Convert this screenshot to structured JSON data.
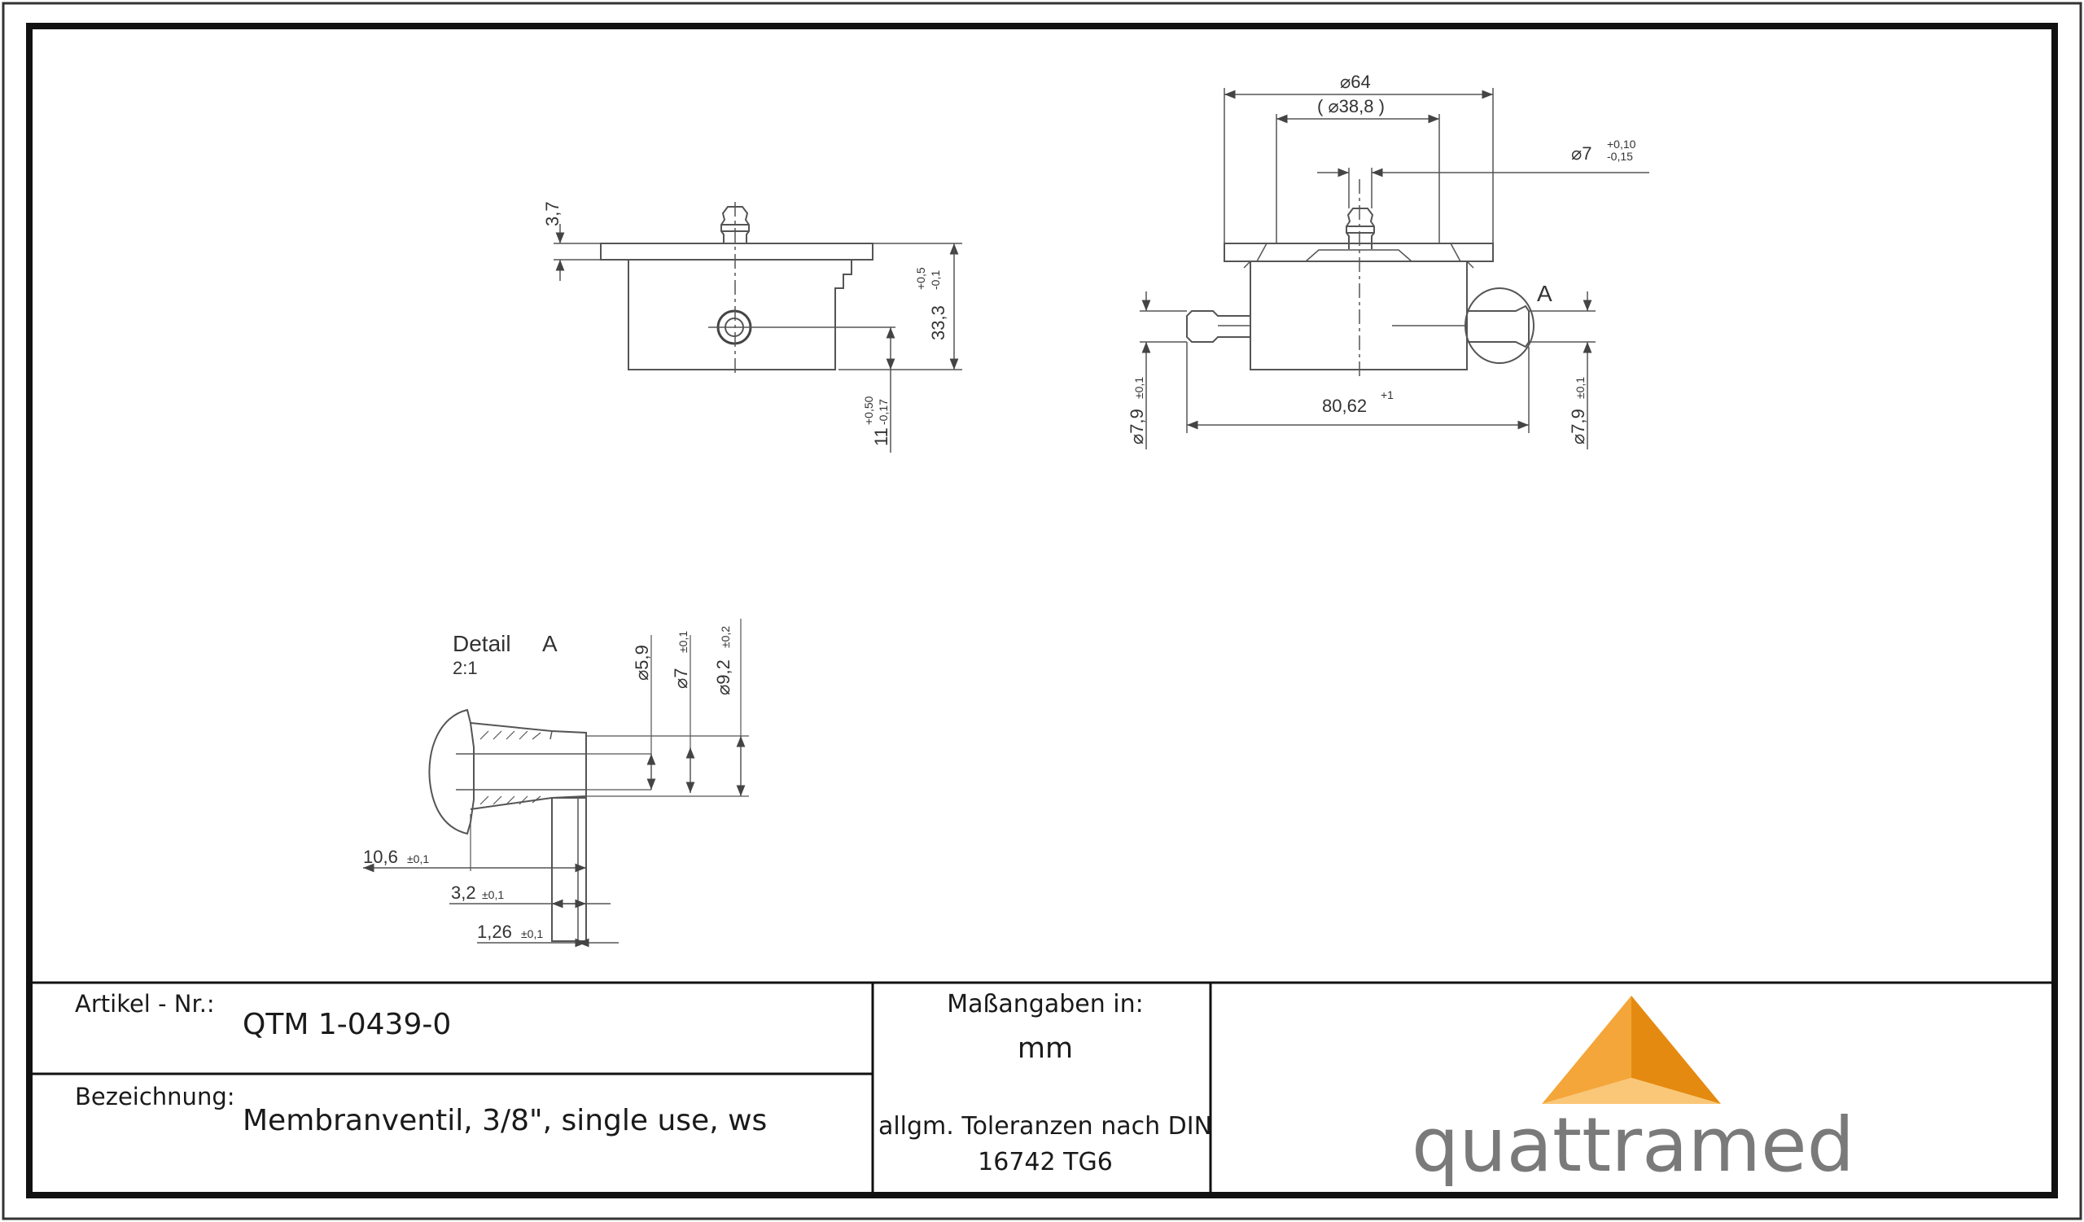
{
  "drawing": {
    "side_view": {
      "dim_top": "3,7",
      "dim_height": "33,3",
      "dim_height_tol_upper": "+0,5",
      "dim_height_tol_lower": "-0,1",
      "dim_port": "11",
      "dim_port_tol_upper": "+0,50",
      "dim_port_tol_lower": "-0,17"
    },
    "front_view": {
      "dim_outer_dia": "⌀64",
      "dim_inner_dia": "( ⌀38,8 )",
      "dim_pin_dia": "⌀7",
      "dim_pin_tol_upper": "+0,10",
      "dim_pin_tol_lower": "-0,15",
      "dim_length": "80,62",
      "dim_length_tol": "+1",
      "dim_left_port": "⌀7,9",
      "dim_left_port_tol": "±0,1",
      "dim_right_port": "⌀7,9",
      "dim_right_port_tol": "±0,1",
      "detail_marker": "A"
    },
    "detail_a": {
      "title": "Detail",
      "title_letter": "A",
      "scale": "2:1",
      "dim_d1": "⌀5,9",
      "dim_d2": "⌀7",
      "dim_d2_tol": "±0,1",
      "dim_d3": "⌀9,2",
      "dim_d3_tol": "±0,2",
      "dim_len1": "10,6",
      "dim_len1_tol": "±0,1",
      "dim_len2": "3,2",
      "dim_len2_tol": "±0,1",
      "dim_len3": "1,26",
      "dim_len3_tol": "±0,1"
    }
  },
  "title_block": {
    "artikel_label": "Artikel - Nr.:",
    "artikel_value": "QTM 1-0439-0",
    "bezeichnung_label": "Bezeichnung:",
    "bezeichnung_value": "Membranventil, 3/8\", single use, ws",
    "units_label": "Maßangaben in:",
    "units_value": "mm",
    "tolerance_line1": "allgm. Toleranzen nach DIN",
    "tolerance_line2": "16742 TG6",
    "logo_text": "quattramed"
  },
  "colors": {
    "frame": "#111111",
    "line": "#555555",
    "logo_orange": "#f4a63a",
    "logo_light": "#f9c777",
    "logo_dark": "#e58a10",
    "logo_text": "#7a7a7a"
  }
}
